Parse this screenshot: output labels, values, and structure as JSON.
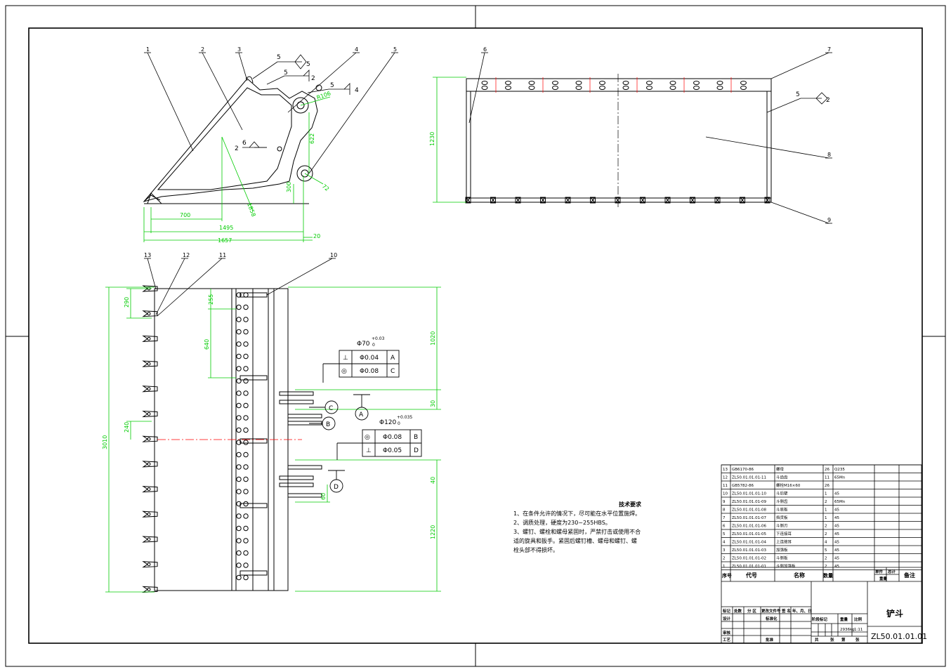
{
  "colors": {
    "line": "#000000",
    "dim": "#00cc00",
    "center": "#ff0000",
    "bg": "#ffffff"
  },
  "side_view": {
    "leaders": [
      "1",
      "2",
      "3",
      "4",
      "5"
    ],
    "weld_symbols": [
      {
        "a": "5",
        "b": "5"
      },
      {
        "a": "5",
        "b": "2"
      },
      {
        "a": "2",
        "b": "6"
      },
      {
        "a": "5",
        "b": "4"
      }
    ],
    "dims": {
      "r106": "R106",
      "d622": "622",
      "d300": "300",
      "d72": "72",
      "d700": "700",
      "d1495": "1495",
      "d1657": "1657",
      "d20": "20",
      "d1858": "1858"
    }
  },
  "top_view": {
    "leaders": [
      "6",
      "7",
      "8",
      "9"
    ],
    "weld": {
      "a": "5",
      "b": "2"
    },
    "dims": {
      "h1230": "1230"
    }
  },
  "front_view": {
    "leaders": [
      "13",
      "12",
      "11",
      "10"
    ],
    "dims": {
      "d3010": "3010",
      "d290": "290",
      "d255": "255",
      "d640": "640",
      "d240": "240",
      "d1020": "1020",
      "d30": "30",
      "d1220": "1220",
      "d40": "40",
      "d60": "60"
    }
  },
  "tolerances": {
    "hole1": {
      "dia": "Φ70",
      "tol": "+0.03",
      "tol_low": "0"
    },
    "frame1": [
      {
        "sym": "⊥",
        "val": "Φ0.04",
        "ref": "A"
      },
      {
        "sym": "◎",
        "val": "Φ0.08",
        "ref": "C"
      }
    ],
    "hole2": {
      "dia": "Φ120",
      "tol": "+0.035",
      "tol_low": "0"
    },
    "frame2": [
      {
        "sym": "◎",
        "val": "Φ0.08",
        "ref": "B"
      },
      {
        "sym": "⊥",
        "val": "Φ0.05",
        "ref": "D"
      }
    ],
    "datums": [
      "A",
      "B",
      "C",
      "D"
    ]
  },
  "tech_req": {
    "title": "技术要求",
    "lines": [
      "1、在条件允许的情况下，尽可能在水平位置施焊。",
      "2、调质处理，硬度为230~255HBS。",
      "3、螺钉、螺栓和螺母紧固时，严禁打击或使用不合",
      "适的旋具和扳手。紧固后螺钉槽、螺母和螺钉、螺",
      "栓头部不得损坏。"
    ]
  },
  "bom": {
    "rows": [
      {
        "no": "13",
        "code": "GB6170-86",
        "name": "螺母",
        "qty": "26",
        "mat": "Q235"
      },
      {
        "no": "12",
        "code": "ZL50.01.01.01-11",
        "name": "斗齿齿",
        "qty": "11",
        "mat": "65Mn"
      },
      {
        "no": "11",
        "code": "GB5782-86",
        "name": "螺栓M16×60",
        "qty": "26",
        "mat": ""
      },
      {
        "no": "10",
        "code": "ZL50.01.01.01-10",
        "name": "斗后壁",
        "qty": "1",
        "mat": "45"
      },
      {
        "no": "9",
        "code": "ZL50.01.01.01-09",
        "name": "斗侧齿",
        "qty": "2",
        "mat": "65Mn"
      },
      {
        "no": "8",
        "code": "ZL50.01.01.01-08",
        "name": "斗底板",
        "qty": "1",
        "mat": "45"
      },
      {
        "no": "7",
        "code": "ZL50.01.01.01-07",
        "name": "挡货板",
        "qty": "1",
        "mat": "45"
      },
      {
        "no": "6",
        "code": "ZL50.01.01.01-06",
        "name": "斗侧刃",
        "qty": "2",
        "mat": "45"
      },
      {
        "no": "5",
        "code": "ZL50.01.01.01-05",
        "name": "下连接耳",
        "qty": "2",
        "mat": "45"
      },
      {
        "no": "4",
        "code": "ZL50.01.01.01-04",
        "name": "上连接耳",
        "qty": "4",
        "mat": "45"
      },
      {
        "no": "3",
        "code": "ZL50.01.01.01-03",
        "name": "加强板",
        "qty": "5",
        "mat": "45"
      },
      {
        "no": "2",
        "code": "ZL50.01.01.01-02",
        "name": "斗侧板",
        "qty": "2",
        "mat": "45"
      },
      {
        "no": "1",
        "code": "ZL50.01.01.01-01",
        "name": "斗侧加强板",
        "qty": "2",
        "mat": "45"
      }
    ],
    "header": {
      "no": "序号",
      "code": "代号",
      "name": "名称",
      "qty": "数量",
      "mat": "",
      "unit": "单件",
      "total": "总计",
      "weight": "重量",
      "note": "备注"
    }
  },
  "title_block": {
    "title": "铲斗",
    "drawing_no": "ZL50.01.01.01",
    "labels": {
      "mark": "标记",
      "count": "处数",
      "zone": "分 区",
      "change_doc": "更改文件号",
      "sign": "签 名",
      "date": "年、月、日",
      "design": "设计",
      "std": "标准化",
      "review": "审核",
      "process": "工艺",
      "approve": "批准",
      "stage": "阶段标记",
      "weight": "重量",
      "scale": "比例",
      "total": "共",
      "sheets": "张",
      "sheet": "第",
      "page": "张"
    },
    "weight_val": "2936kg",
    "scale_val": "1:11"
  }
}
